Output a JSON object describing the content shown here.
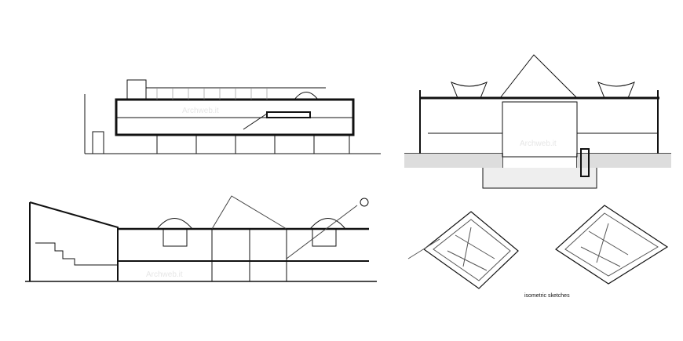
{
  "drawings": [
    {
      "name": "longitudinal-section-top-left"
    },
    {
      "name": "cross-section-top-right"
    },
    {
      "name": "long-section-bottom-left"
    },
    {
      "name": "isometric-sketches"
    }
  ],
  "caption": "isometric sketches",
  "watermark": "Archweb.it"
}
